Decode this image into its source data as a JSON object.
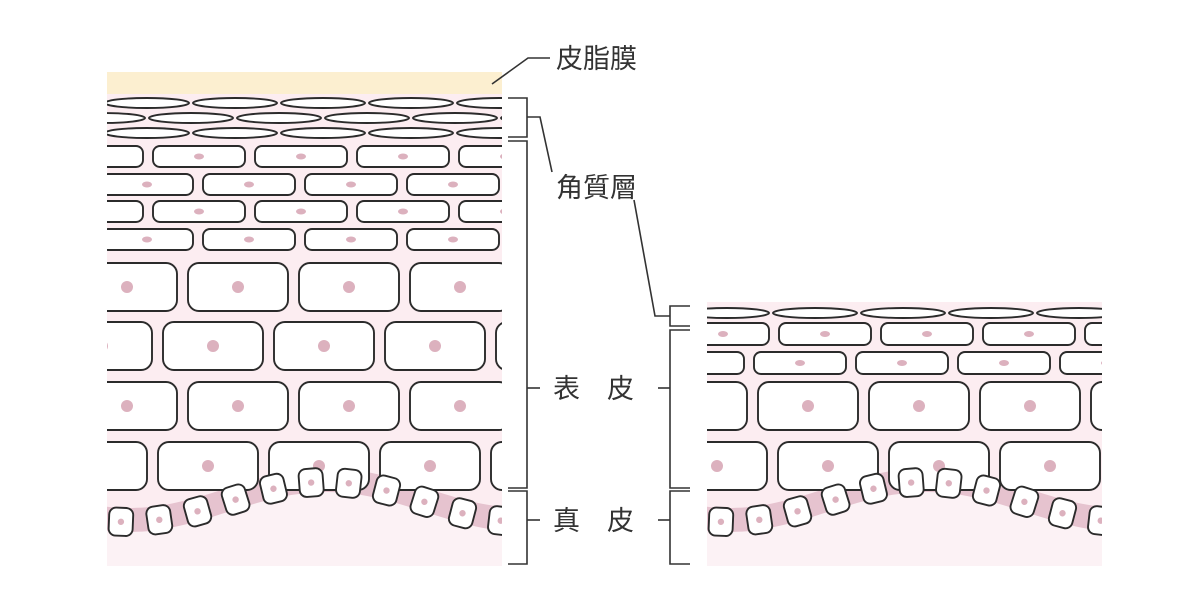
{
  "labels": {
    "sebum": "皮脂膜",
    "stratum_corneum": "角質層",
    "epidermis": "表　皮",
    "dermis": "真　皮"
  },
  "colors": {
    "sebum_film": "#fcefd0",
    "tissue": "#fcedf1",
    "dermis": "#fcf2f5",
    "basal_band": "#e6c3cf",
    "nucleus": "#dcb1be",
    "cell_outline": "#2b2b2b",
    "leader_line": "#333333"
  }
}
